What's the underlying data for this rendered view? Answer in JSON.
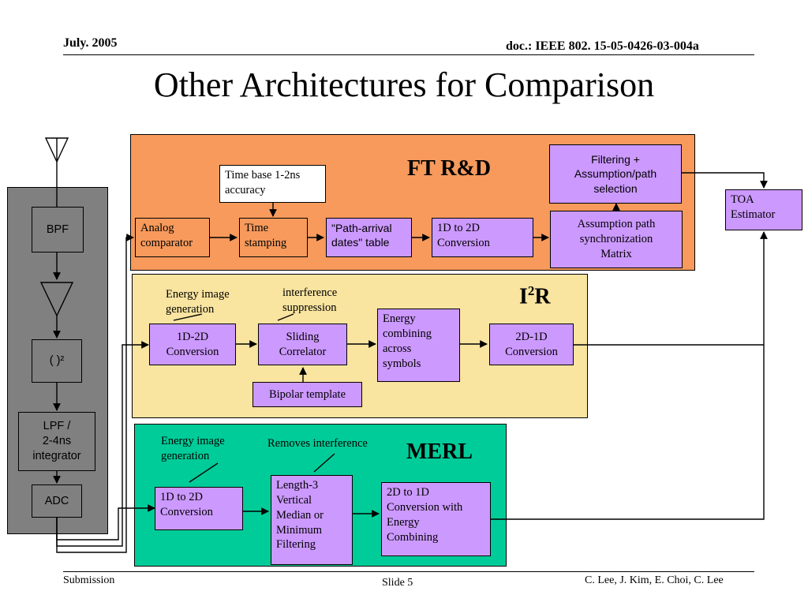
{
  "header": {
    "date": "July. 2005",
    "doc": "doc.: IEEE 802. 15-05-0426-03-004a"
  },
  "title": "Other Architectures for Comparison",
  "frontend": {
    "bpf": "BPF",
    "square": "( )²",
    "lpf_line1": "LPF /",
    "lpf_line2": "2-4ns",
    "lpf_line3": "integrator",
    "adc": "ADC"
  },
  "ftrd": {
    "title": "FT R&D",
    "time_base_line1": "Time base 1-2ns",
    "time_base_line2": "accuracy",
    "analog_line1": "Analog",
    "analog_line2": "comparator",
    "time_stamp_line1": "Time",
    "time_stamp_line2": "stamping",
    "path_arrival_line1": "\"Path-arrival",
    "path_arrival_line2": "dates\" table",
    "conv_line1": "1D to 2D",
    "conv_line2": "Conversion",
    "filter_line1": "Filtering +",
    "filter_line2": "Assumption/path",
    "filter_line3": "selection",
    "sync_line1": "Assumption path",
    "sync_line2": "synchronization",
    "sync_line3": "Matrix"
  },
  "toa": {
    "line1": "TOA",
    "line2": "Estimator"
  },
  "i2r": {
    "title_main": "I",
    "title_sup": "2",
    "title_tail": "R",
    "energy_image_line1": "Energy image",
    "energy_image_line2": "generation",
    "interference_line1": "interference",
    "interference_line2": "suppression",
    "conv_line1": "1D-2D",
    "conv_line2": "Conversion",
    "sliding_line1": "Sliding",
    "sliding_line2": "Correlator",
    "energy_comb_line1": "Energy",
    "energy_comb_line2": "combining",
    "energy_comb_line3": "across",
    "energy_comb_line4": "symbols",
    "conv2_line1": "2D-1D",
    "conv2_line2": "Conversion",
    "bipolar": "Bipolar template"
  },
  "merl": {
    "title": "MERL",
    "energy_image_line1": "Energy image",
    "energy_image_line2": "generation",
    "removes": "Removes interference",
    "conv_line1": "1D to 2D",
    "conv_line2": "Conversion",
    "median_line1": "Length-3",
    "median_line2": "Vertical",
    "median_line3": "Median or",
    "median_line4": "Minimum",
    "median_line5": "Filtering",
    "conv2_line1": "2D to 1D",
    "conv2_line2": "Conversion with",
    "conv2_line3": "Energy",
    "conv2_line4": "Combining"
  },
  "footer": {
    "left": "Submission",
    "center": "Slide 5",
    "right": "C. Lee, J. Kim, E. Choi, C. Lee"
  },
  "colors": {
    "ftrd_bg": "#f79a5c",
    "i2r_bg": "#f9e4a0",
    "merl_bg": "#00cc99",
    "frontend_bg": "#808080",
    "block_purple": "#cc99ff"
  }
}
